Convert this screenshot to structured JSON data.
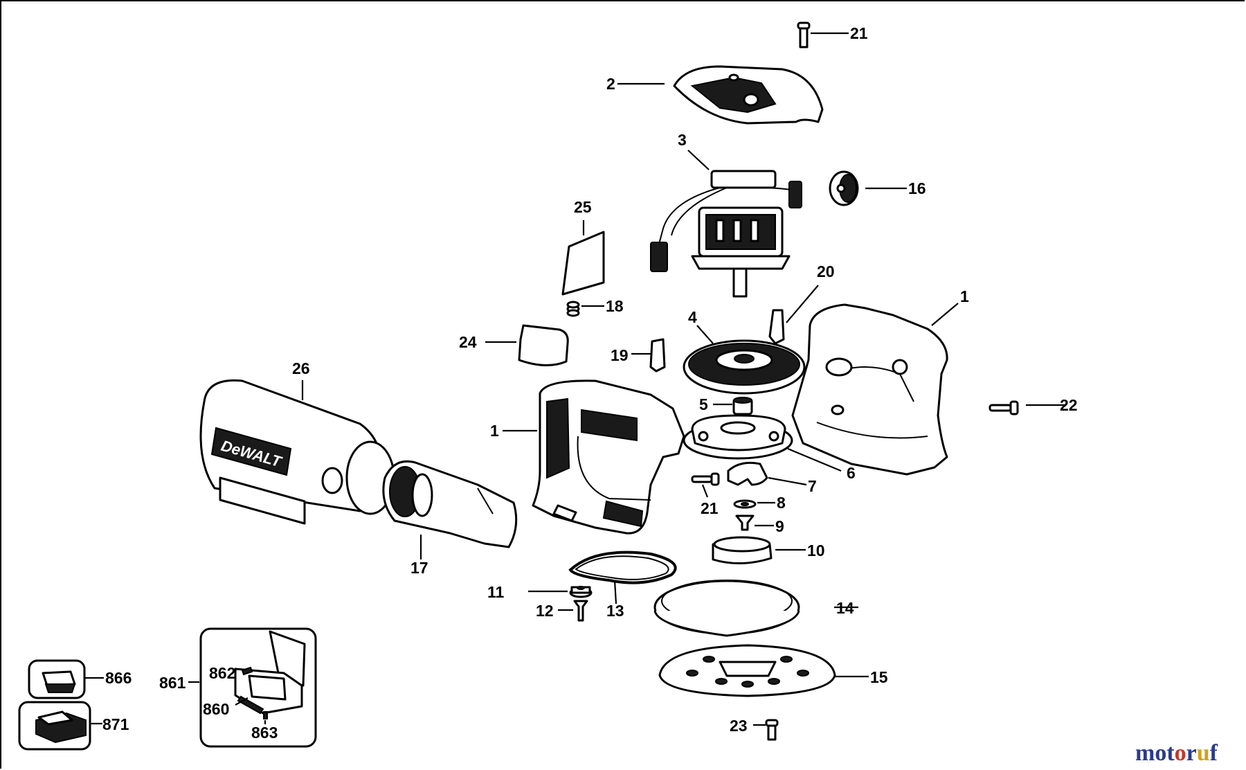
{
  "diagram": {
    "labels": {
      "p21a": "21",
      "p2": "2",
      "p3": "3",
      "p16": "16",
      "p25": "25",
      "p18": "18",
      "p20": "20",
      "p1a": "1",
      "p4": "4",
      "p24": "24",
      "p19": "19",
      "p26": "26",
      "p5": "5",
      "p22": "22",
      "p1b": "1",
      "p6": "6",
      "p7": "7",
      "p21b": "21",
      "p8": "8",
      "p9": "9",
      "p10": "10",
      "p17": "17",
      "p11": "11",
      "p13": "13",
      "p14": "14",
      "p12": "12",
      "p866": "866",
      "p862": "862",
      "p861": "861",
      "p860": "860",
      "p863": "863",
      "p871": "871",
      "p15": "15",
      "p23": "23"
    },
    "brand_text": "DeWALT",
    "watermark": "motoruf"
  },
  "colors": {
    "line": "#000000",
    "background": "#ffffff",
    "watermark_letters": [
      "#2b3a8f",
      "#2b3a8f",
      "#2b3a8f",
      "#c0392b",
      "#2b3a8f",
      "#d4a017",
      "#2b3a8f"
    ]
  }
}
